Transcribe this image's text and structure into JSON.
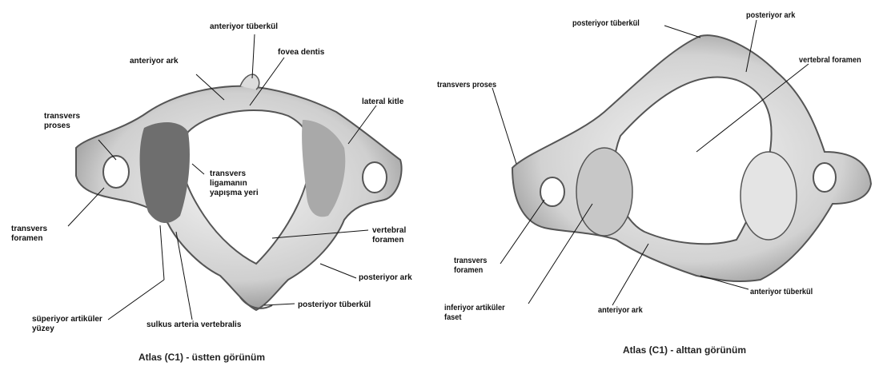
{
  "left": {
    "caption": "Atlas (C1) - üstten görünüm",
    "labels": {
      "anterior_tubercle": "anteriyor tüberkül",
      "anterior_arch": "anteriyor ark",
      "fovea_dentis": "fovea dentis",
      "transverse_process_1": "transvers",
      "transverse_process_2": "proses",
      "lateral_mass": "lateral kitle",
      "lig_1": "transvers",
      "lig_2": "ligamanın",
      "lig_3": "yapışma yeri",
      "tf_1": "transvers",
      "tf_2": "foramen",
      "vf_1": "vertebral",
      "vf_2": "foramen",
      "posterior_arch": "posteriyor ark",
      "posterior_tubercle": "posteriyor tüberkül",
      "sup_art_1": "süperiyor artiküler",
      "sup_art_2": "yüzey",
      "sulcus": "sulkus arteria vertebralis"
    }
  },
  "right": {
    "caption": "Atlas (C1) - alttan görünüm",
    "labels": {
      "posterior_tubercle": "posteriyor tüberkül",
      "posterior_arch": "posteriyor ark",
      "transverse_process": "transvers proses",
      "vertebral_foramen": "vertebral foramen",
      "tf_1": "transvers",
      "tf_2": "foramen",
      "inf_1": "inferiyor artiküler",
      "inf_2": "faset",
      "anterior_arch": "anteriyor ark",
      "anterior_tubercle": "anteriyor tüberkül"
    }
  }
}
